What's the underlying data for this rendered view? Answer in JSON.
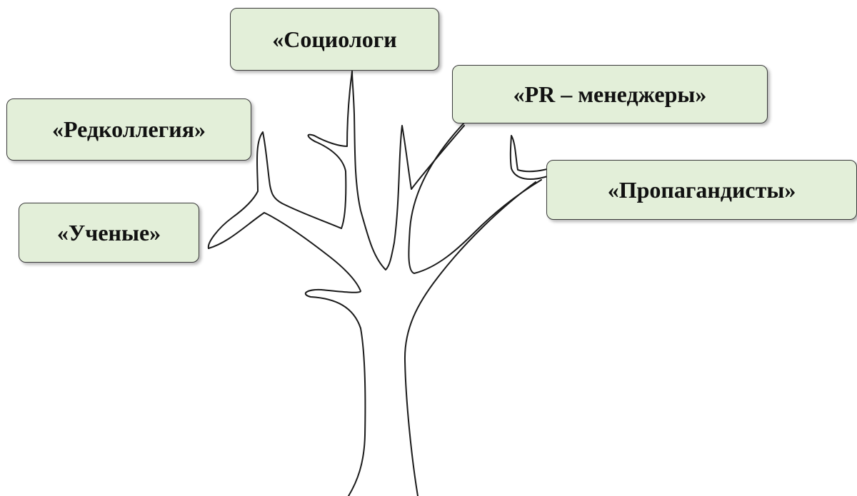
{
  "labels": {
    "sociologists": "«Социологи",
    "pr_managers": "«PR – менеджеры»",
    "editorial_board": "«Редколлегия»",
    "propagandists": "«Пропагандисты»",
    "scientists": "«Ученые»"
  },
  "colors": {
    "box_fill": "#e3efd9",
    "box_border": "#3a3a3a",
    "tree_stroke": "#1a1a1a",
    "tree_fill": "#ffffff"
  }
}
